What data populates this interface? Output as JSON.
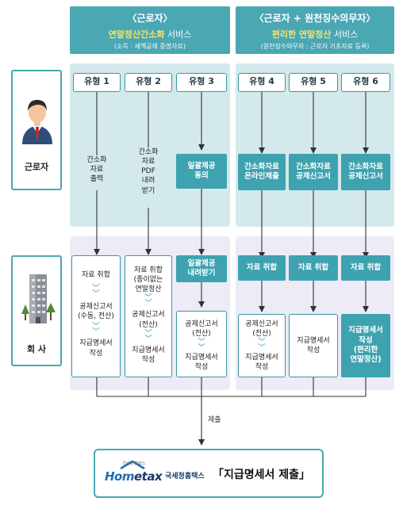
{
  "header_left": {
    "title": "〈근로자〉",
    "subtitle_highlight": "연말정산간소화",
    "subtitle_rest": " 서비스",
    "note": "(소득 · 세액공제 증명자료)"
  },
  "header_right": {
    "title": "〈근로자 + 원천징수의무자〉",
    "subtitle_highlight": "편리한 연말정산",
    "subtitle_rest": " 서비스",
    "note": "(원천징수의무자 : 근로자 기초자료 등록)"
  },
  "actors": {
    "worker_label": "근로자",
    "company_label": "회 사"
  },
  "types": [
    "유형 1",
    "유형 2",
    "유형 3",
    "유형 4",
    "유형 5",
    "유형 6"
  ],
  "worker_steps": {
    "t1": "간소화\n자료\n출력",
    "t2": "간소화\n자료\nPDF\n내려\n받기",
    "t3": "일괄제공\n동의",
    "t4": "간소화자료\n온라인제출",
    "t5": "간소화자료\n공제신고서",
    "t6": "간소화자료\n공제신고서"
  },
  "company_steps": {
    "t1": [
      "자료 취합",
      "공제신고서\n(수동, 전산)",
      "지급명세서\n작성"
    ],
    "t2": [
      "자료 취합\n(종이없는\n연말정산",
      "공제신고서\n(전산)",
      "지급명세서\n작성"
    ],
    "t3_top": "일괄제공\n내려받기",
    "t3": [
      "공제신고서\n(전산)",
      "지급명세서\n작성"
    ],
    "t4_top": "자료 취합",
    "t4": [
      "공제신고서\n(전산)",
      "지급명세서\n작성"
    ],
    "t5_top": "자료 취합",
    "t5": "지급명세서\n작성",
    "t6_top": "자료 취합",
    "t6": "지급명세서\n작성\n(편리한\n연말정산)"
  },
  "submit_label": "제출",
  "final": {
    "logo_small": "국세청 홈택스",
    "logo_main_a": "Hom",
    "logo_main_b": "etax",
    "logo_suffix": "국세청홈택스",
    "title": "「지급명세서 제출」"
  },
  "colors": {
    "teal": "#4aa7b4",
    "teal_dark": "#3ea2b0",
    "band_top": "#d3e9ec",
    "band_bottom": "#ecebf6",
    "highlight": "#f7e36b"
  }
}
